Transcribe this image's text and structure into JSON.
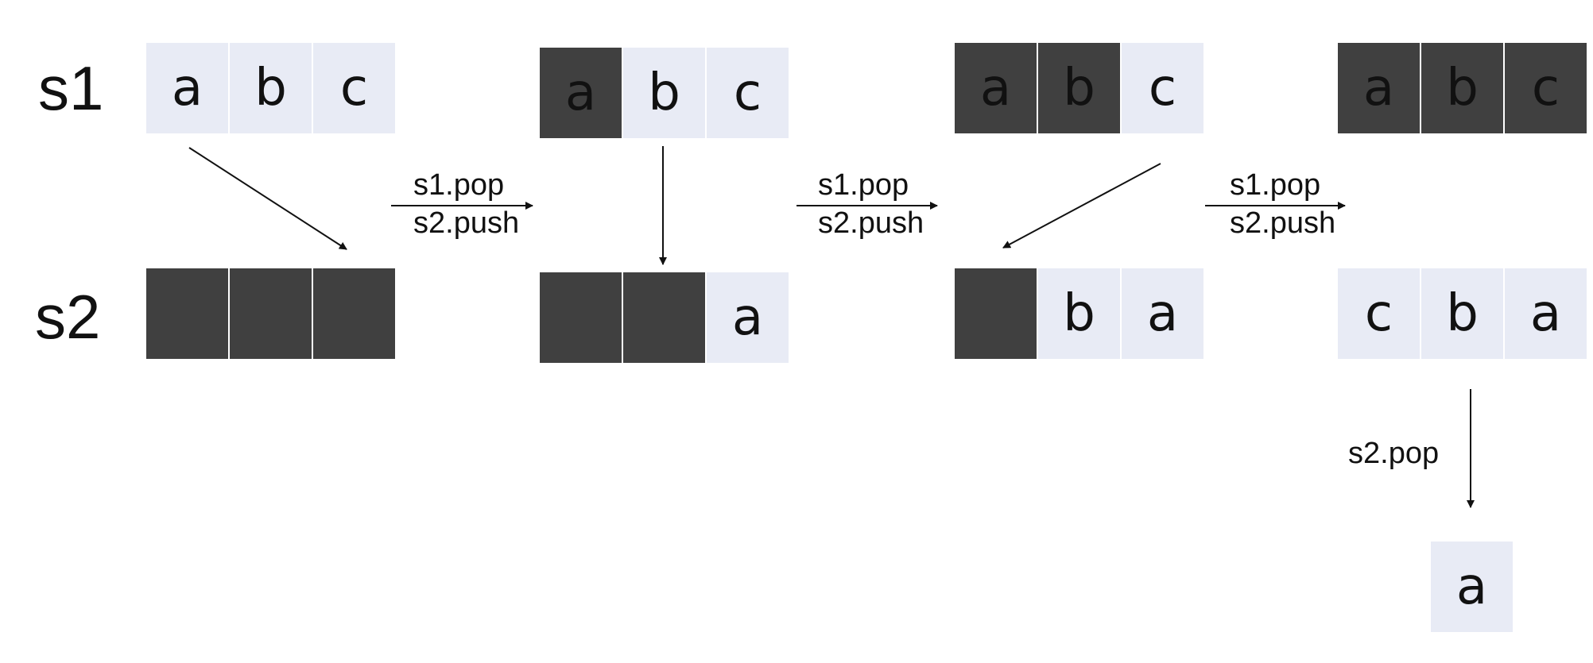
{
  "row_labels": {
    "top": "s1",
    "bottom": "s2"
  },
  "stages": [
    {
      "s1": [
        {
          "text": "a",
          "filled": false
        },
        {
          "text": "b",
          "filled": false
        },
        {
          "text": "c",
          "filled": false
        }
      ],
      "s2": [
        {
          "text": "",
          "filled": true
        },
        {
          "text": "",
          "filled": true
        },
        {
          "text": "",
          "filled": true
        }
      ]
    },
    {
      "s1": [
        {
          "text": "a",
          "filled": true
        },
        {
          "text": "b",
          "filled": false
        },
        {
          "text": "c",
          "filled": false
        }
      ],
      "s2": [
        {
          "text": "",
          "filled": true
        },
        {
          "text": "",
          "filled": true
        },
        {
          "text": "a",
          "filled": false
        }
      ]
    },
    {
      "s1": [
        {
          "text": "a",
          "filled": true
        },
        {
          "text": "b",
          "filled": true
        },
        {
          "text": "c",
          "filled": false
        }
      ],
      "s2": [
        {
          "text": "",
          "filled": true
        },
        {
          "text": "b",
          "filled": false
        },
        {
          "text": "a",
          "filled": false
        }
      ]
    },
    {
      "s1": [
        {
          "text": "a",
          "filled": true
        },
        {
          "text": "b",
          "filled": true
        },
        {
          "text": "c",
          "filled": true
        }
      ],
      "s2": [
        {
          "text": "c",
          "filled": false
        },
        {
          "text": "b",
          "filled": false
        },
        {
          "text": "a",
          "filled": false
        }
      ]
    }
  ],
  "operations": [
    {
      "line1": "s1.pop",
      "line2": "s2.push"
    },
    {
      "line1": "s1.pop",
      "line2": "s2.push"
    },
    {
      "line1": "s1.pop",
      "line2": "s2.push"
    }
  ],
  "final_pop": {
    "label": "s2.pop",
    "result": "a"
  },
  "colors": {
    "empty_cell": "#e8ebf5",
    "filled_cell": "#404040",
    "ink": "#111111"
  }
}
